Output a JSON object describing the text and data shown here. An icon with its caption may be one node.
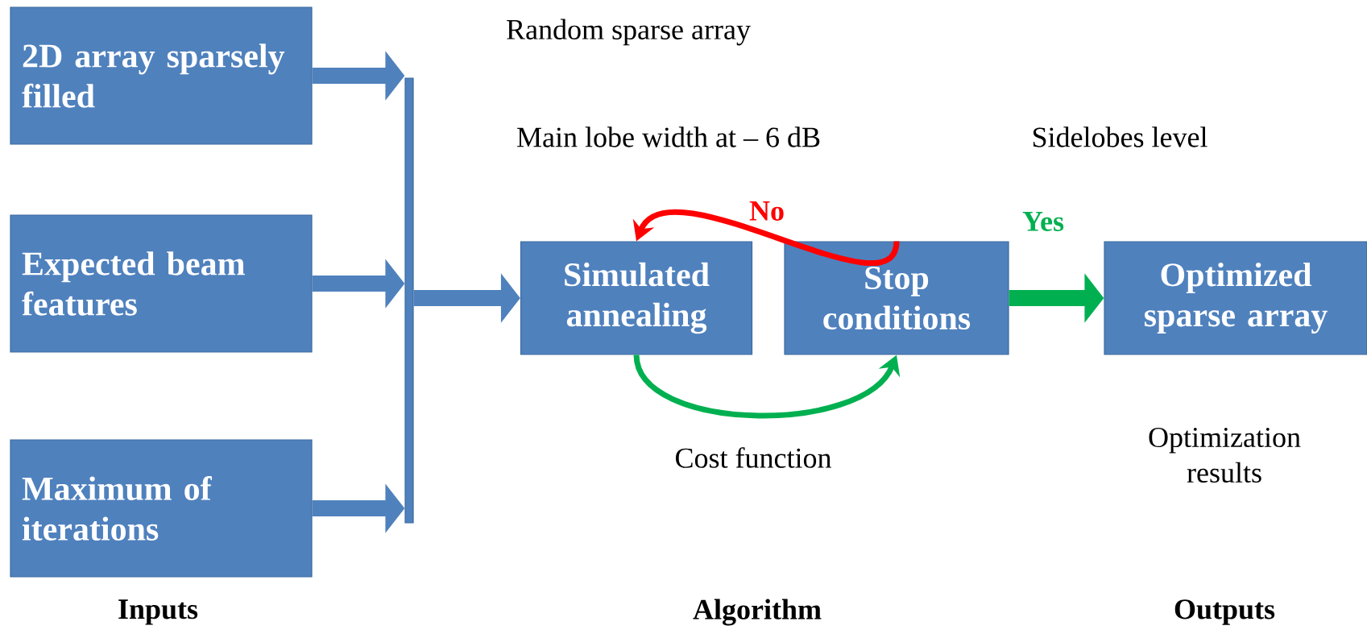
{
  "diagram": {
    "nodes": [
      {
        "text": [
          "2D array sparsely filled"
        ]
      },
      {
        "text": [
          "Expected beam features"
        ]
      },
      {
        "text": [
          "Maximum of iterations"
        ]
      },
      {
        "text": [],
        "shape": "bar"
      },
      {
        "text": [
          "Simulated annealing"
        ]
      },
      {
        "text": [
          "Stop conditions"
        ]
      },
      {
        "text": [
          "Optimized sparse array"
        ]
      }
    ],
    "edges": [
      {
        "from": 0,
        "to": 3,
        "arrow": "to"
      },
      {
        "from": 1,
        "to": 3,
        "arrow": "to"
      },
      {
        "from": 2,
        "to": 3,
        "arrow": "to"
      },
      {
        "from": 3,
        "to": 4,
        "arrow": "to"
      },
      {
        "from": 5,
        "to": 4,
        "arrow": "to",
        "label": "No",
        "color": "#ff0000"
      },
      {
        "from": 4,
        "to": 5,
        "arrow": "to",
        "label": "Cost function",
        "color": "#00b050"
      },
      {
        "from": 5,
        "to": 6,
        "arrow": "to",
        "label": "Yes",
        "color": "#00b050"
      }
    ],
    "labels": [
      "Random sparse array",
      "Main lobe width at – 6 dB",
      "Sidelobes level",
      "Optimization results",
      "Inputs",
      "Algorithm",
      "Outputs"
    ]
  }
}
